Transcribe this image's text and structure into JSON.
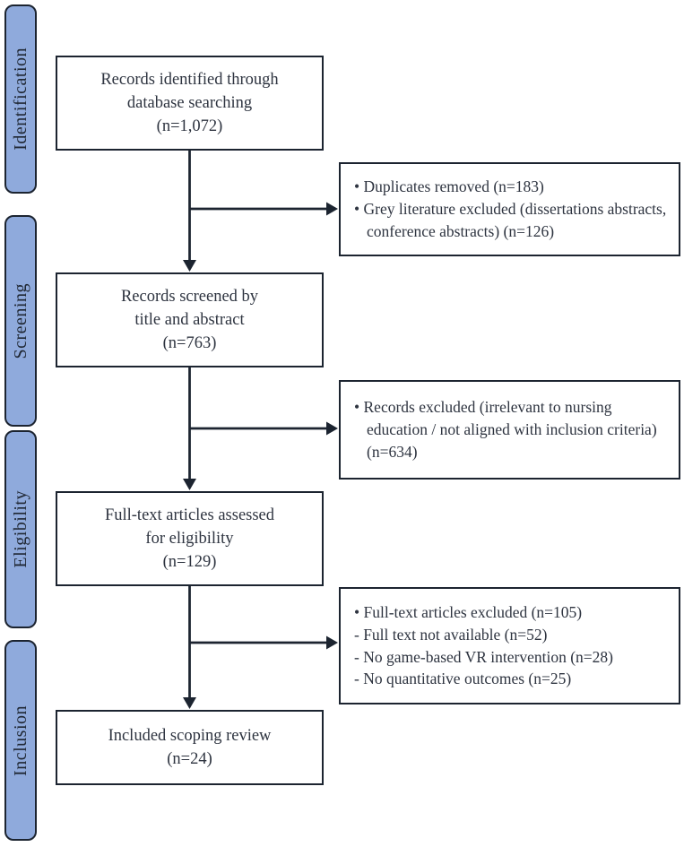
{
  "title": "PRISMA scoping review flow diagram",
  "colors": {
    "stage_fill": "#8faadc",
    "stage_border": "#1c2430",
    "box_border": "#1c2430",
    "arrow": "#1c2430",
    "text": "#2e3440",
    "background": "#ffffff"
  },
  "sidebar": {
    "stages": [
      {
        "label": "Identification"
      },
      {
        "label": "Screening"
      },
      {
        "label": "Eligibility"
      },
      {
        "label": "Inclusion"
      }
    ]
  },
  "flow": {
    "main_boxes": [
      {
        "text": "Records identified through\ndatabase searching\n(n=1,072)"
      },
      {
        "text": "Records screened by\ntitle and abstract\n(n=763)"
      },
      {
        "text": "Full-text articles assessed\nfor eligibility\n(n=129)"
      },
      {
        "text": "Included scoping review\n(n=24)"
      }
    ],
    "side_boxes": [
      {
        "lines": [
          "• Duplicates removed (n=183)",
          "• Grey literature excluded (dissertations abstracts, conference abstracts) (n=126)"
        ]
      },
      {
        "lines": [
          "• Records excluded (irrelevant to nursing education / not aligned with inclusion criteria) (n=634)"
        ]
      },
      {
        "lines": [
          "• Full-text articles excluded (n=105)",
          "- Full text not available (n=52)",
          "- No game-based VR intervention (n=28)",
          "- No quantitative outcomes (n=25)"
        ]
      }
    ]
  }
}
